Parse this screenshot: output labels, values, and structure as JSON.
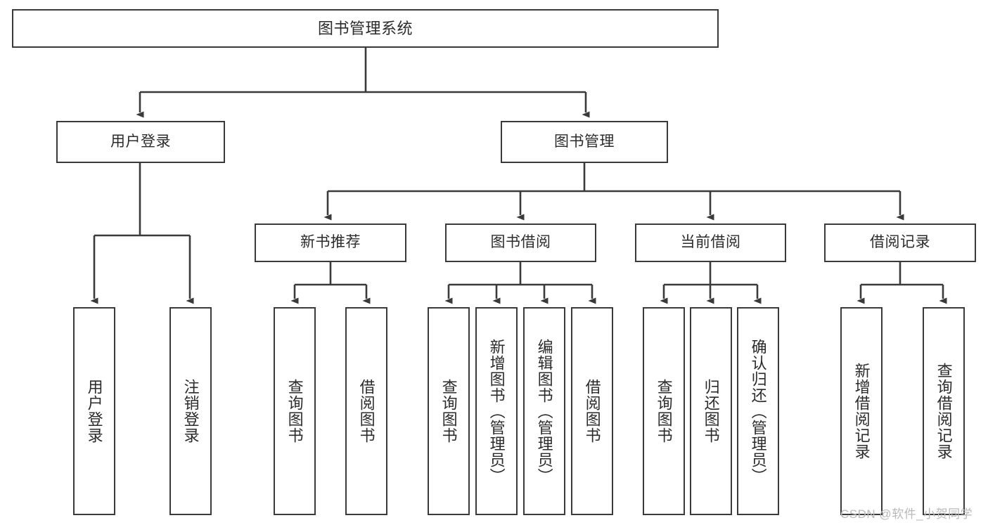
{
  "diagram": {
    "title": "图书管理系统",
    "type": "功能结构图",
    "stroke_color": "#3a3a3a",
    "fill_color": "#ffffff",
    "text_color": "#2b2b2b"
  },
  "nodes": {
    "root": {
      "label": "图书管理系统"
    },
    "level2": [
      {
        "id": "user-login",
        "label": "用户登录"
      },
      {
        "id": "book-manage",
        "label": "图书管理"
      }
    ],
    "level3": [
      {
        "id": "new-book-recommend",
        "label": "新书推荐"
      },
      {
        "id": "book-borrow",
        "label": "图书借阅"
      },
      {
        "id": "current-borrow",
        "label": "当前借阅"
      },
      {
        "id": "borrow-record",
        "label": "借阅记录"
      }
    ],
    "leaves": {
      "user_login": [
        {
          "id": "leaf-user-login",
          "label": "用户登录"
        },
        {
          "id": "leaf-logout",
          "label": "注销登录"
        }
      ],
      "new_book_recommend": [
        {
          "id": "leaf-query-book-1",
          "label": "查询图书"
        },
        {
          "id": "leaf-borrow-book-1",
          "label": "借阅图书"
        }
      ],
      "book_borrow": [
        {
          "id": "leaf-query-book-2",
          "label": "查询图书"
        },
        {
          "id": "leaf-add-book",
          "label": "新增图书（管理员）"
        },
        {
          "id": "leaf-edit-book",
          "label": "编辑图书（管理员）"
        },
        {
          "id": "leaf-borrow-book-2",
          "label": "借阅图书"
        }
      ],
      "current_borrow": [
        {
          "id": "leaf-query-book-3",
          "label": "查询图书"
        },
        {
          "id": "leaf-return-book",
          "label": "归还图书"
        },
        {
          "id": "leaf-confirm-return",
          "label": "确认归还（管理员）"
        }
      ],
      "borrow_record": [
        {
          "id": "leaf-add-record",
          "label": "新增借阅记录"
        },
        {
          "id": "leaf-query-record",
          "label": "查询借阅记录"
        }
      ]
    }
  },
  "watermark": {
    "text": "CSDN @软件_小贺同学"
  }
}
